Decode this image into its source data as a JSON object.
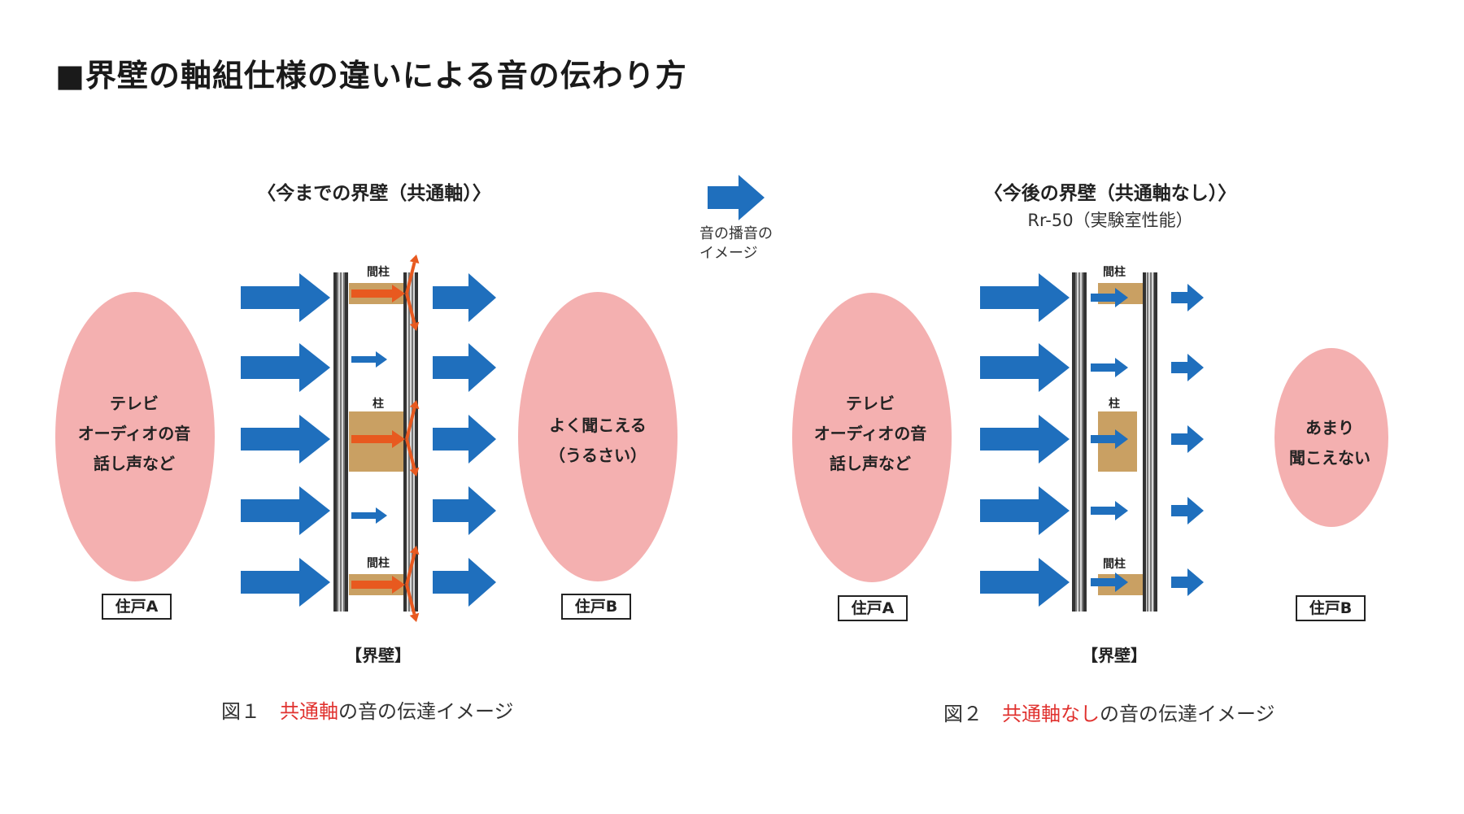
{
  "title": "■界壁の軸組仕様の違いによる音の伝わり方",
  "legend": {
    "line1": "音の播音の",
    "line2": "イメージ",
    "icon": "blue-arrow-icon"
  },
  "colors": {
    "arrow_blue": "#1f6fbd",
    "arrow_orange": "#e8591f",
    "bubble_pink": "#f4b0b0",
    "wood": "#c9a063",
    "caption_red": "#e0322f"
  },
  "figure1": {
    "subtitle": "〈今までの界壁（共通軸）〉",
    "source_text": [
      "テレビ",
      "オーディオの音",
      "話し声など"
    ],
    "source_unit": "住戸A",
    "dest_text": [
      "よく聞こえる",
      "（うるさい）"
    ],
    "dest_unit": "住戸B",
    "stud_top": "間柱",
    "stud_mid": "柱",
    "stud_bottom": "間柱",
    "wall_label": "【界壁】",
    "caption_prefix": "図１　",
    "caption_highlight": "共通軸",
    "caption_suffix": "の音の伝達イメージ"
  },
  "figure2": {
    "subtitle": "〈今後の界壁（共通軸なし）〉",
    "note": "Rr-50（実験室性能）",
    "source_text": [
      "テレビ",
      "オーディオの音",
      "話し声など"
    ],
    "source_unit": "住戸A",
    "dest_text": [
      "あまり",
      "聞こえない"
    ],
    "dest_unit": "住戸B",
    "stud_top": "間柱",
    "stud_mid": "柱",
    "stud_bottom": "間柱",
    "wall_label": "【界壁】",
    "caption_prefix": "図２　",
    "caption_highlight": "共通軸なし",
    "caption_suffix": "の音の伝達イメージ"
  }
}
